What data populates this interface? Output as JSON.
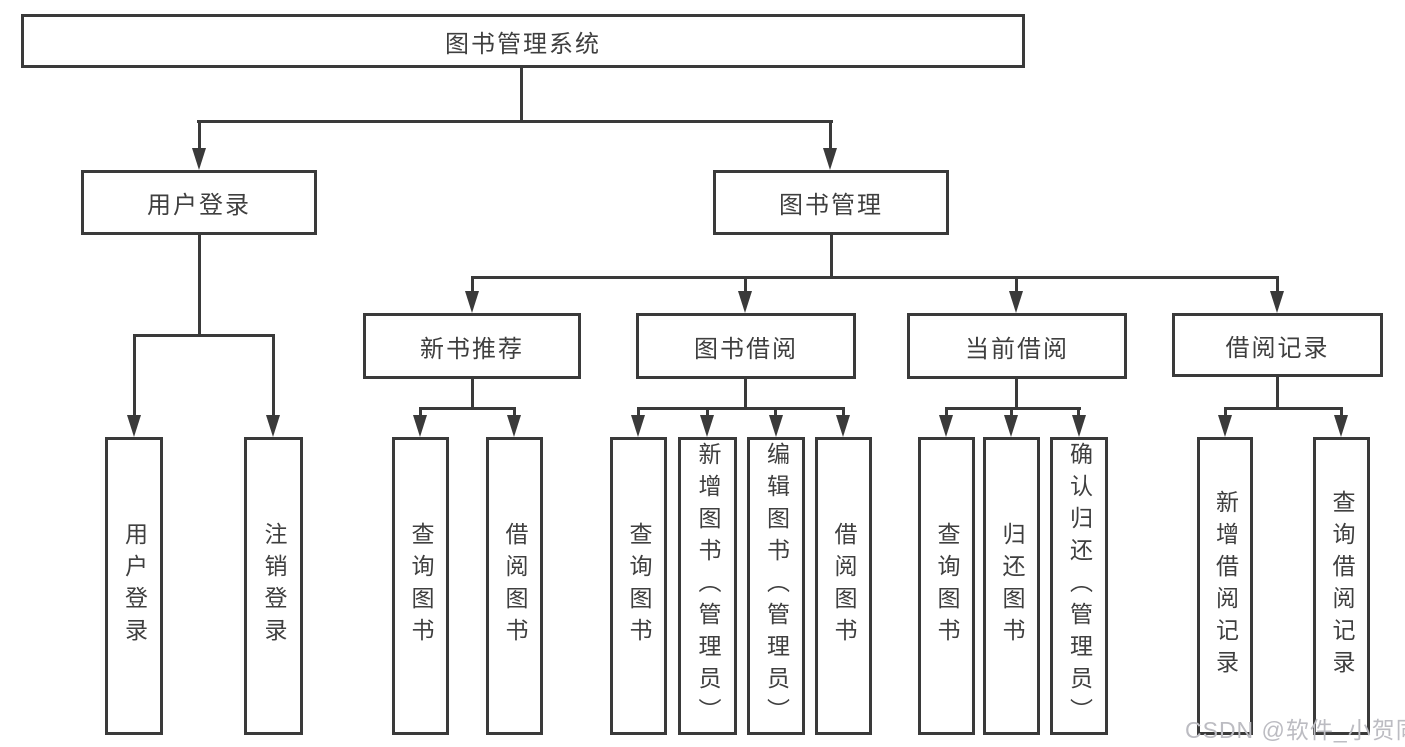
{
  "tree": {
    "label": "图书管理系统",
    "children": [
      {
        "label": "用户登录",
        "children": [
          {
            "label": "用户登录"
          },
          {
            "label": "注销登录"
          }
        ]
      },
      {
        "label": "图书管理",
        "children": [
          {
            "label": "新书推荐",
            "children": [
              {
                "label": "查询图书"
              },
              {
                "label": "借阅图书"
              }
            ]
          },
          {
            "label": "图书借阅",
            "children": [
              {
                "label": "查询图书"
              },
              {
                "label": "新增图书（管理员）"
              },
              {
                "label": "编辑图书（管理员）"
              },
              {
                "label": "借阅图书"
              }
            ]
          },
          {
            "label": "当前借阅",
            "children": [
              {
                "label": "查询图书"
              },
              {
                "label": "归还图书"
              },
              {
                "label": "确认归还（管理员）"
              }
            ]
          },
          {
            "label": "借阅记录",
            "children": [
              {
                "label": "新增借阅记录"
              },
              {
                "label": "查询借阅记录"
              }
            ]
          }
        ]
      }
    ]
  },
  "watermark": {
    "text": "CSDN @软件_小贺同学"
  },
  "colors": {
    "line": "#3a3a3a",
    "text": "#3f3f3f",
    "box_bg": "#ffffff",
    "watermark": "#bcbcc2",
    "background": "#ffffff"
  }
}
